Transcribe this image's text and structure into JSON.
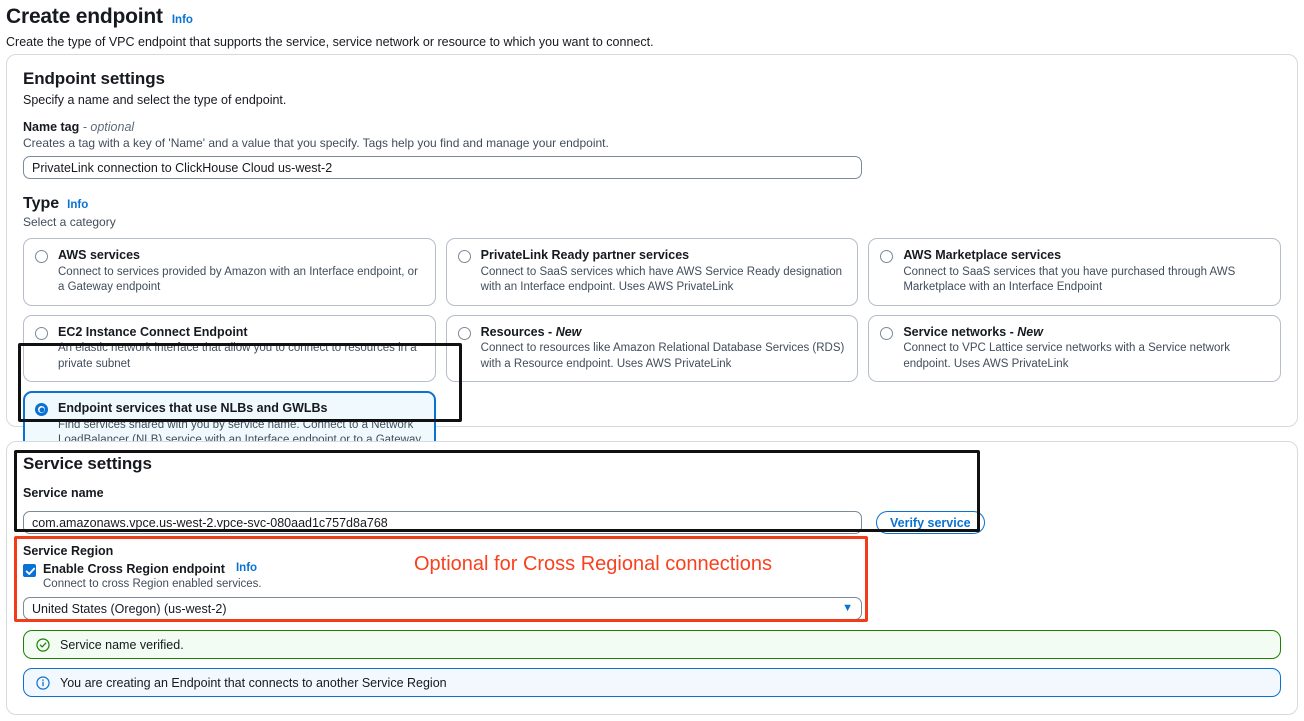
{
  "page": {
    "title": "Create endpoint",
    "info_label": "Info",
    "subtitle": "Create the type of VPC endpoint that supports the service, service network or resource to which you want to connect."
  },
  "endpoint_settings": {
    "title": "Endpoint settings",
    "subtitle": "Specify a name and select the type of endpoint.",
    "name_tag": {
      "label": "Name tag",
      "optional_suffix": "- optional",
      "description": "Creates a tag with a key of 'Name' and a value that you specify. Tags help you find and manage your endpoint.",
      "value": "PrivateLink connection to ClickHouse Cloud us-west-2"
    },
    "type": {
      "label": "Type",
      "info_label": "Info",
      "description": "Select a category",
      "options": [
        {
          "title": "AWS services",
          "description": "Connect to services provided by Amazon with an Interface endpoint, or a Gateway endpoint",
          "selected": false,
          "new": false
        },
        {
          "title": "PrivateLink Ready partner services",
          "description": "Connect to SaaS services which have AWS Service Ready designation with an Interface endpoint. Uses AWS PrivateLink",
          "selected": false,
          "new": false
        },
        {
          "title": "AWS Marketplace services",
          "description": "Connect to SaaS services that you have purchased through AWS Marketplace with an Interface Endpoint",
          "selected": false,
          "new": false
        },
        {
          "title": "EC2 Instance Connect Endpoint",
          "description": "An elastic network interface that allow you to connect to resources in a private subnet",
          "selected": false,
          "new": false
        },
        {
          "title": "Resources - New",
          "description": "Connect to resources like Amazon Relational Database Services (RDS) with a Resource endpoint. Uses AWS PrivateLink",
          "selected": false,
          "new": true
        },
        {
          "title": "Service networks - New",
          "description": "Connect to VPC Lattice service networks with a Service network endpoint. Uses AWS PrivateLink",
          "selected": false,
          "new": true
        },
        {
          "title": "Endpoint services that use NLBs and GWLBs",
          "description": "Find services shared with you by service name. Connect to a Network LoadBalancer (NLB) service with an Interface endpoint or to a Gateway LoadBalancer (GWLB) service with a Gateway Load Balancer endpoint",
          "selected": true,
          "new": false
        }
      ]
    }
  },
  "service_settings": {
    "title": "Service settings",
    "service_name": {
      "label": "Service name",
      "value": "com.amazonaws.vpce.us-west-2.vpce-svc-080aad1c757d8a768"
    },
    "verify_button_label": "Verify service",
    "service_region": {
      "label": "Service Region",
      "checkbox_label": "Enable Cross Region endpoint",
      "checkbox_info_label": "Info",
      "checkbox_description": "Connect to cross Region enabled services.",
      "checked": true,
      "selected_region": "United States (Oregon) (us-west-2)"
    }
  },
  "annotations": {
    "cross_region_note": "Optional for Cross Regional connections",
    "note_color": "#f9411f",
    "box_color_black": "#111111",
    "box_color_red": "#f23b1b"
  },
  "alerts": [
    {
      "type": "success",
      "icon": "check-circle-icon",
      "message": "Service name verified."
    },
    {
      "type": "info",
      "icon": "info-circle-icon",
      "message": "You are creating an Endpoint that connects to another Service Region"
    }
  ]
}
